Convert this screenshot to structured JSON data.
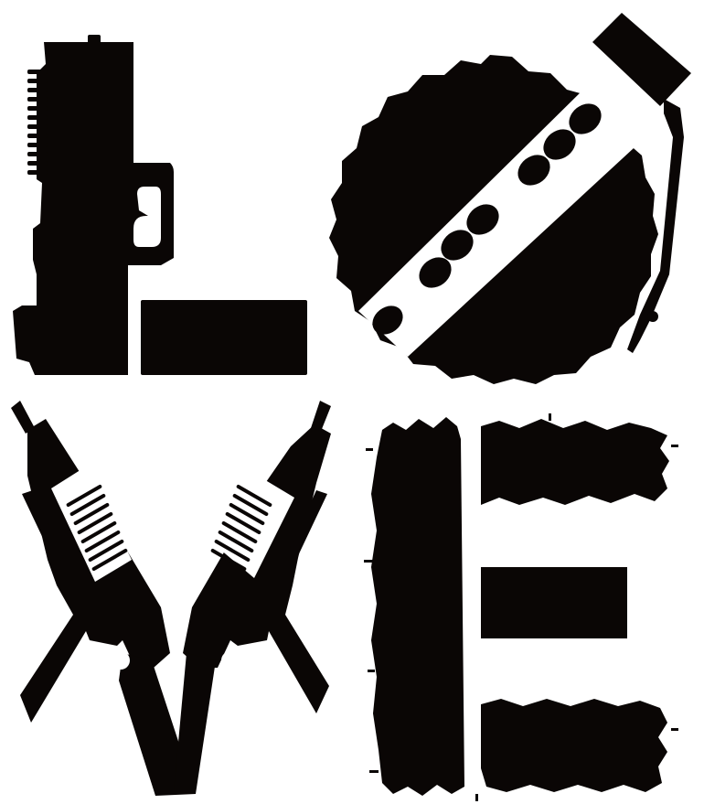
{
  "artwork": {
    "lettering": "LOVE",
    "letters": [
      {
        "char": "L",
        "motif": "pistol-and-magazine"
      },
      {
        "char": "O",
        "motif": "saw-blade-and-grenade"
      },
      {
        "char": "V",
        "motif": "crossed-rifles"
      },
      {
        "char": "E",
        "motif": "distressed-brush-strokes"
      }
    ],
    "colors": {
      "ink": "#0a0605",
      "paper": "#ffffff"
    }
  }
}
